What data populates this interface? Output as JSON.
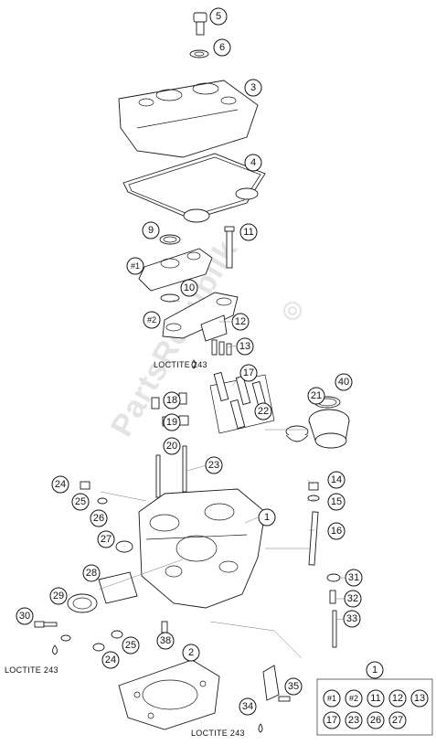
{
  "watermark": "PartsRepublik",
  "callouts": [
    "5",
    "6",
    "3",
    "4",
    "9",
    "11",
    "#1",
    "10",
    "#2",
    "12",
    "13",
    "17",
    "40",
    "18",
    "22",
    "21",
    "19",
    "20",
    "23",
    "14",
    "24",
    "1",
    "15",
    "25",
    "26",
    "16",
    "27",
    "28",
    "31",
    "29",
    "32",
    "30",
    "33",
    "38",
    "2",
    "25",
    "24",
    "35",
    "34"
  ],
  "notes": [
    "LOCTITE 243",
    "LOCTITE 243",
    "LOCTITE 243"
  ],
  "kit_legend": {
    "header": "1",
    "items": [
      "#1",
      "#2",
      "11",
      "12",
      "13",
      "17",
      "23",
      "26",
      "27"
    ]
  }
}
